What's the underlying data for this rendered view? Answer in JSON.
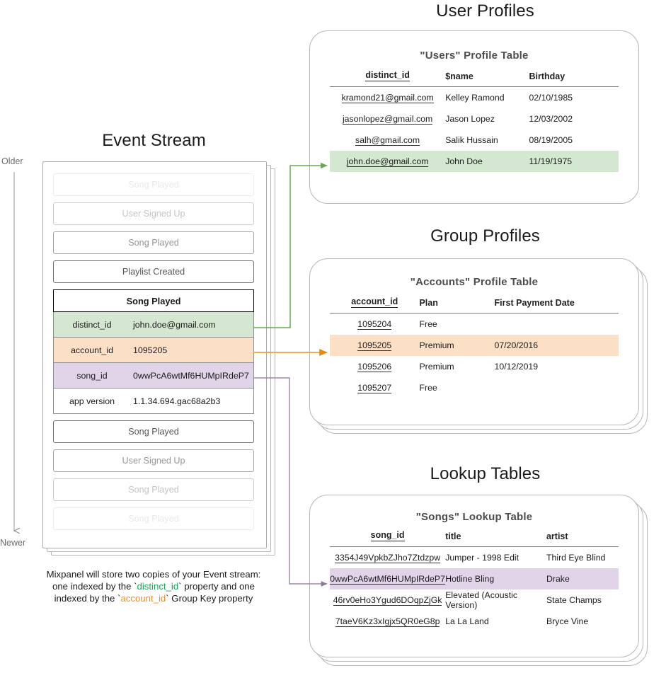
{
  "sections": {
    "user_profiles_title": "User Profiles",
    "group_profiles_title": "Group Profiles",
    "lookup_tables_title": "Lookup Tables",
    "event_stream_title": "Event Stream"
  },
  "axis": {
    "older": "Older",
    "newer": "Newer"
  },
  "event_stream": {
    "rows_above": [
      {
        "label": "Song Played",
        "fade": 3
      },
      {
        "label": "User Signed Up",
        "fade": 2
      },
      {
        "label": "Song Played",
        "fade": 1
      },
      {
        "label": "Playlist Created",
        "fade": 0
      }
    ],
    "focus_card": {
      "title": "Song Played",
      "properties": [
        {
          "key": "distinct_id",
          "value": "john.doe@gmail.com",
          "color": "green"
        },
        {
          "key": "account_id",
          "value": "1095205",
          "color": "orange"
        },
        {
          "key": "song_id",
          "value": "0wwPcA6wtMf6HUMpIRdeP7",
          "color": "purple"
        },
        {
          "key": "app version",
          "value": "1.1.34.694.gac68a2b3",
          "color": "plain"
        }
      ]
    },
    "rows_below": [
      {
        "label": "Song Played",
        "fade": 0
      },
      {
        "label": "User Signed Up",
        "fade": 1
      },
      {
        "label": "Song Played",
        "fade": 2
      },
      {
        "label": "Song Played",
        "fade": 3
      }
    ]
  },
  "caption": {
    "line1": "Mixpanel will store two copies of your Event stream:",
    "line2_a": "one indexed by the `",
    "line2_token": "distinct_id",
    "line2_b": "` property and one",
    "line3_a": "indexed by the `",
    "line3_token": "account_id",
    "line3_b": "` Group Key property"
  },
  "users_table": {
    "title": "\"Users\" Profile Table",
    "columns": [
      "distinct_id",
      "$name",
      "Birthday"
    ],
    "rows": [
      {
        "cells": [
          "kramond21@gmail.com",
          "Kelley Ramond",
          "02/10/1985"
        ],
        "highlight": "none"
      },
      {
        "cells": [
          "jasonlopez@gmail.com",
          "Jason Lopez",
          "12/03/2002"
        ],
        "highlight": "none"
      },
      {
        "cells": [
          "salh@gmail.com",
          "Salik Hussain",
          "08/19/2005"
        ],
        "highlight": "none"
      },
      {
        "cells": [
          "john.doe@gmail.com",
          "John Doe",
          "11/19/1975"
        ],
        "highlight": "green"
      }
    ]
  },
  "accounts_table": {
    "title": "\"Accounts\" Profile Table",
    "columns": [
      "account_id",
      "Plan",
      "First Payment Date"
    ],
    "rows": [
      {
        "cells": [
          "1095204",
          "Free",
          ""
        ],
        "highlight": "none"
      },
      {
        "cells": [
          "1095205",
          "Premium",
          "07/20/2016"
        ],
        "highlight": "orange"
      },
      {
        "cells": [
          "1095206",
          "Premium",
          "10/12/2019"
        ],
        "highlight": "none"
      },
      {
        "cells": [
          "1095207",
          "Free",
          ""
        ],
        "highlight": "none"
      }
    ]
  },
  "songs_table": {
    "title": "\"Songs\" Lookup Table",
    "columns": [
      "song_id",
      "title",
      "artist"
    ],
    "rows": [
      {
        "cells": [
          "3354J49VpkbZJho7Ztdzpw",
          "Jumper - 1998 Edit",
          "Third Eye Blind"
        ],
        "highlight": "none"
      },
      {
        "cells": [
          "0wwPcA6wtMf6HUMpIRdeP7",
          "Hotline Bling",
          "Drake"
        ],
        "highlight": "purple"
      },
      {
        "cells": [
          "46rv0eHo3Ygud6DOqpZjGk",
          "Elevated (Acoustic Version)",
          "State Champs"
        ],
        "highlight": "none"
      },
      {
        "cells": [
          "7taeV6Kz3xIgjx5QR0eG8p",
          "La La Land",
          "Bryce Vine"
        ],
        "highlight": "none"
      }
    ]
  },
  "colors": {
    "green": "#6aa84f",
    "orange": "#e8a33d",
    "purple": "#9d86ab",
    "green_fill": "#d4e7d0",
    "orange_fill": "#fce0c6",
    "purple_fill": "#e2d4e8",
    "card_border": "#b6b6b6",
    "token_green": "#1aa35a",
    "token_orange": "#f08c1b"
  }
}
